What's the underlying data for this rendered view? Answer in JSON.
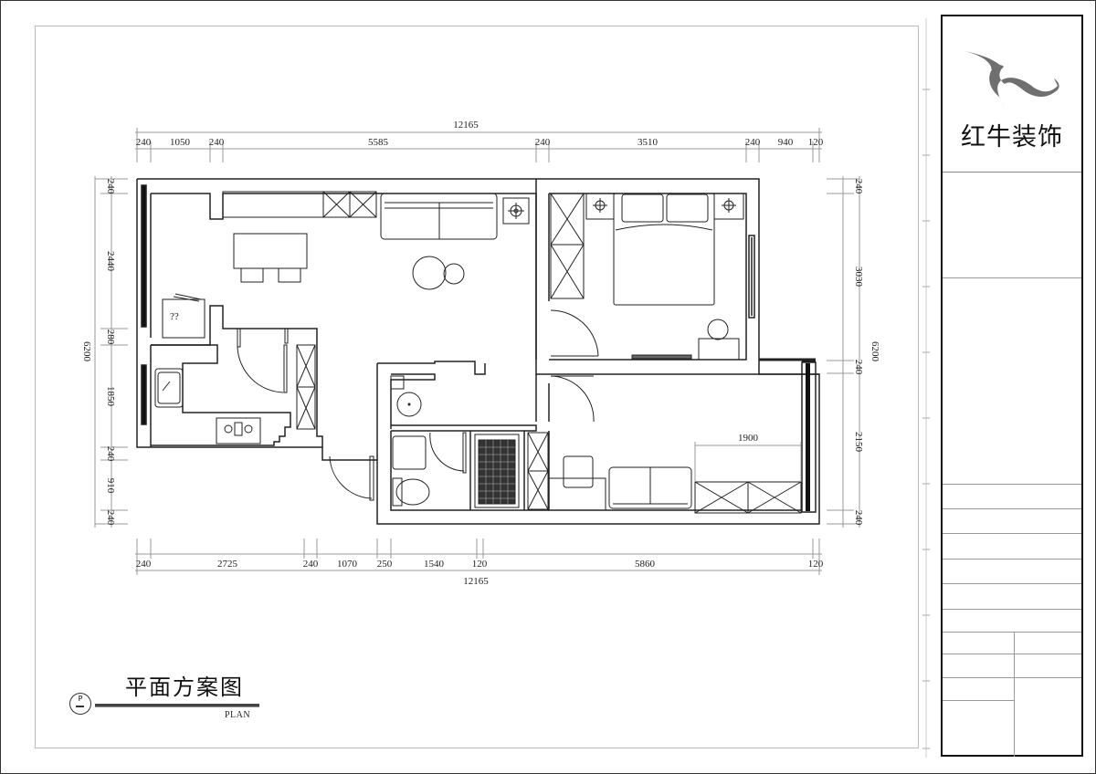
{
  "drawing": {
    "title_cn": "平面方案图",
    "title_en": "PLAN",
    "symbol_letter": "P"
  },
  "title_block": {
    "company_name": "红牛装饰",
    "logo_icon": "bull-horn-logo-icon",
    "rows": 10
  },
  "dimensions": {
    "top_total": "12165",
    "top_segments": [
      "240",
      "1050",
      "240",
      "5585",
      "240",
      "3510",
      "240",
      "940",
      "120"
    ],
    "bottom_total": "12165",
    "bottom_segments": [
      "240",
      "2725",
      "240",
      "1070",
      "250",
      "1540",
      "120",
      "5860",
      "120"
    ],
    "left_total": "6200",
    "left_segments": [
      "240",
      "2440",
      "280",
      "1850",
      "240",
      "910",
      "240"
    ],
    "right_total": "6200",
    "right_segments": [
      "240",
      "3030",
      "240",
      "2150",
      "240"
    ],
    "cabinet_label": "1900"
  },
  "annotations": {
    "appliance_label": "??"
  },
  "colors": {
    "line": "#222222",
    "dim_line": "#999999",
    "logo": "#6f6f6f",
    "sheet_border": "#bbbbbb"
  }
}
